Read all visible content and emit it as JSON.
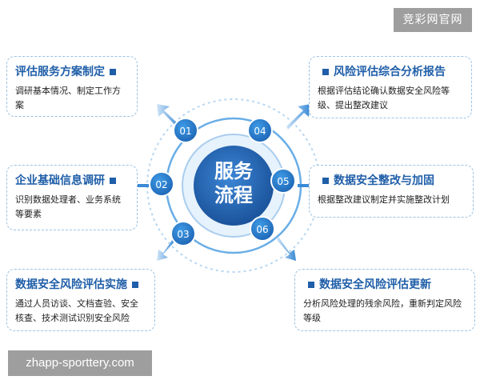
{
  "watermark_top": "竞彩网官网",
  "watermark_bottom": "zhapp-sporttery.com",
  "center": {
    "line1": "服务",
    "line2": "流程"
  },
  "steps": [
    {
      "num": "01",
      "title": "评估服务方案制定",
      "body": "调研基本情况、制定工作方案"
    },
    {
      "num": "02",
      "title": "企业基础信息调研",
      "body": "识别数据处理者、业务系统等要素"
    },
    {
      "num": "03",
      "title": "数据安全风险评估实施",
      "body": "通过人员访谈、文档查验、安全核查、技术测试识别安全风险"
    },
    {
      "num": "04",
      "title": "风险评估综合分析报告",
      "body": "根据评估结论确认数据安全风险等级、提出整改建议"
    },
    {
      "num": "05",
      "title": "数据安全整改与加固",
      "body": "根据整改建议制定并实施整改计划"
    },
    {
      "num": "06",
      "title": "数据安全风险评估更新",
      "body": "分析风险处理的残余风险，重新判定风险等级"
    }
  ],
  "colors": {
    "primary": "#1f5ea8",
    "accent": "#2a8fd8",
    "dashed": "#9cc3e4"
  }
}
